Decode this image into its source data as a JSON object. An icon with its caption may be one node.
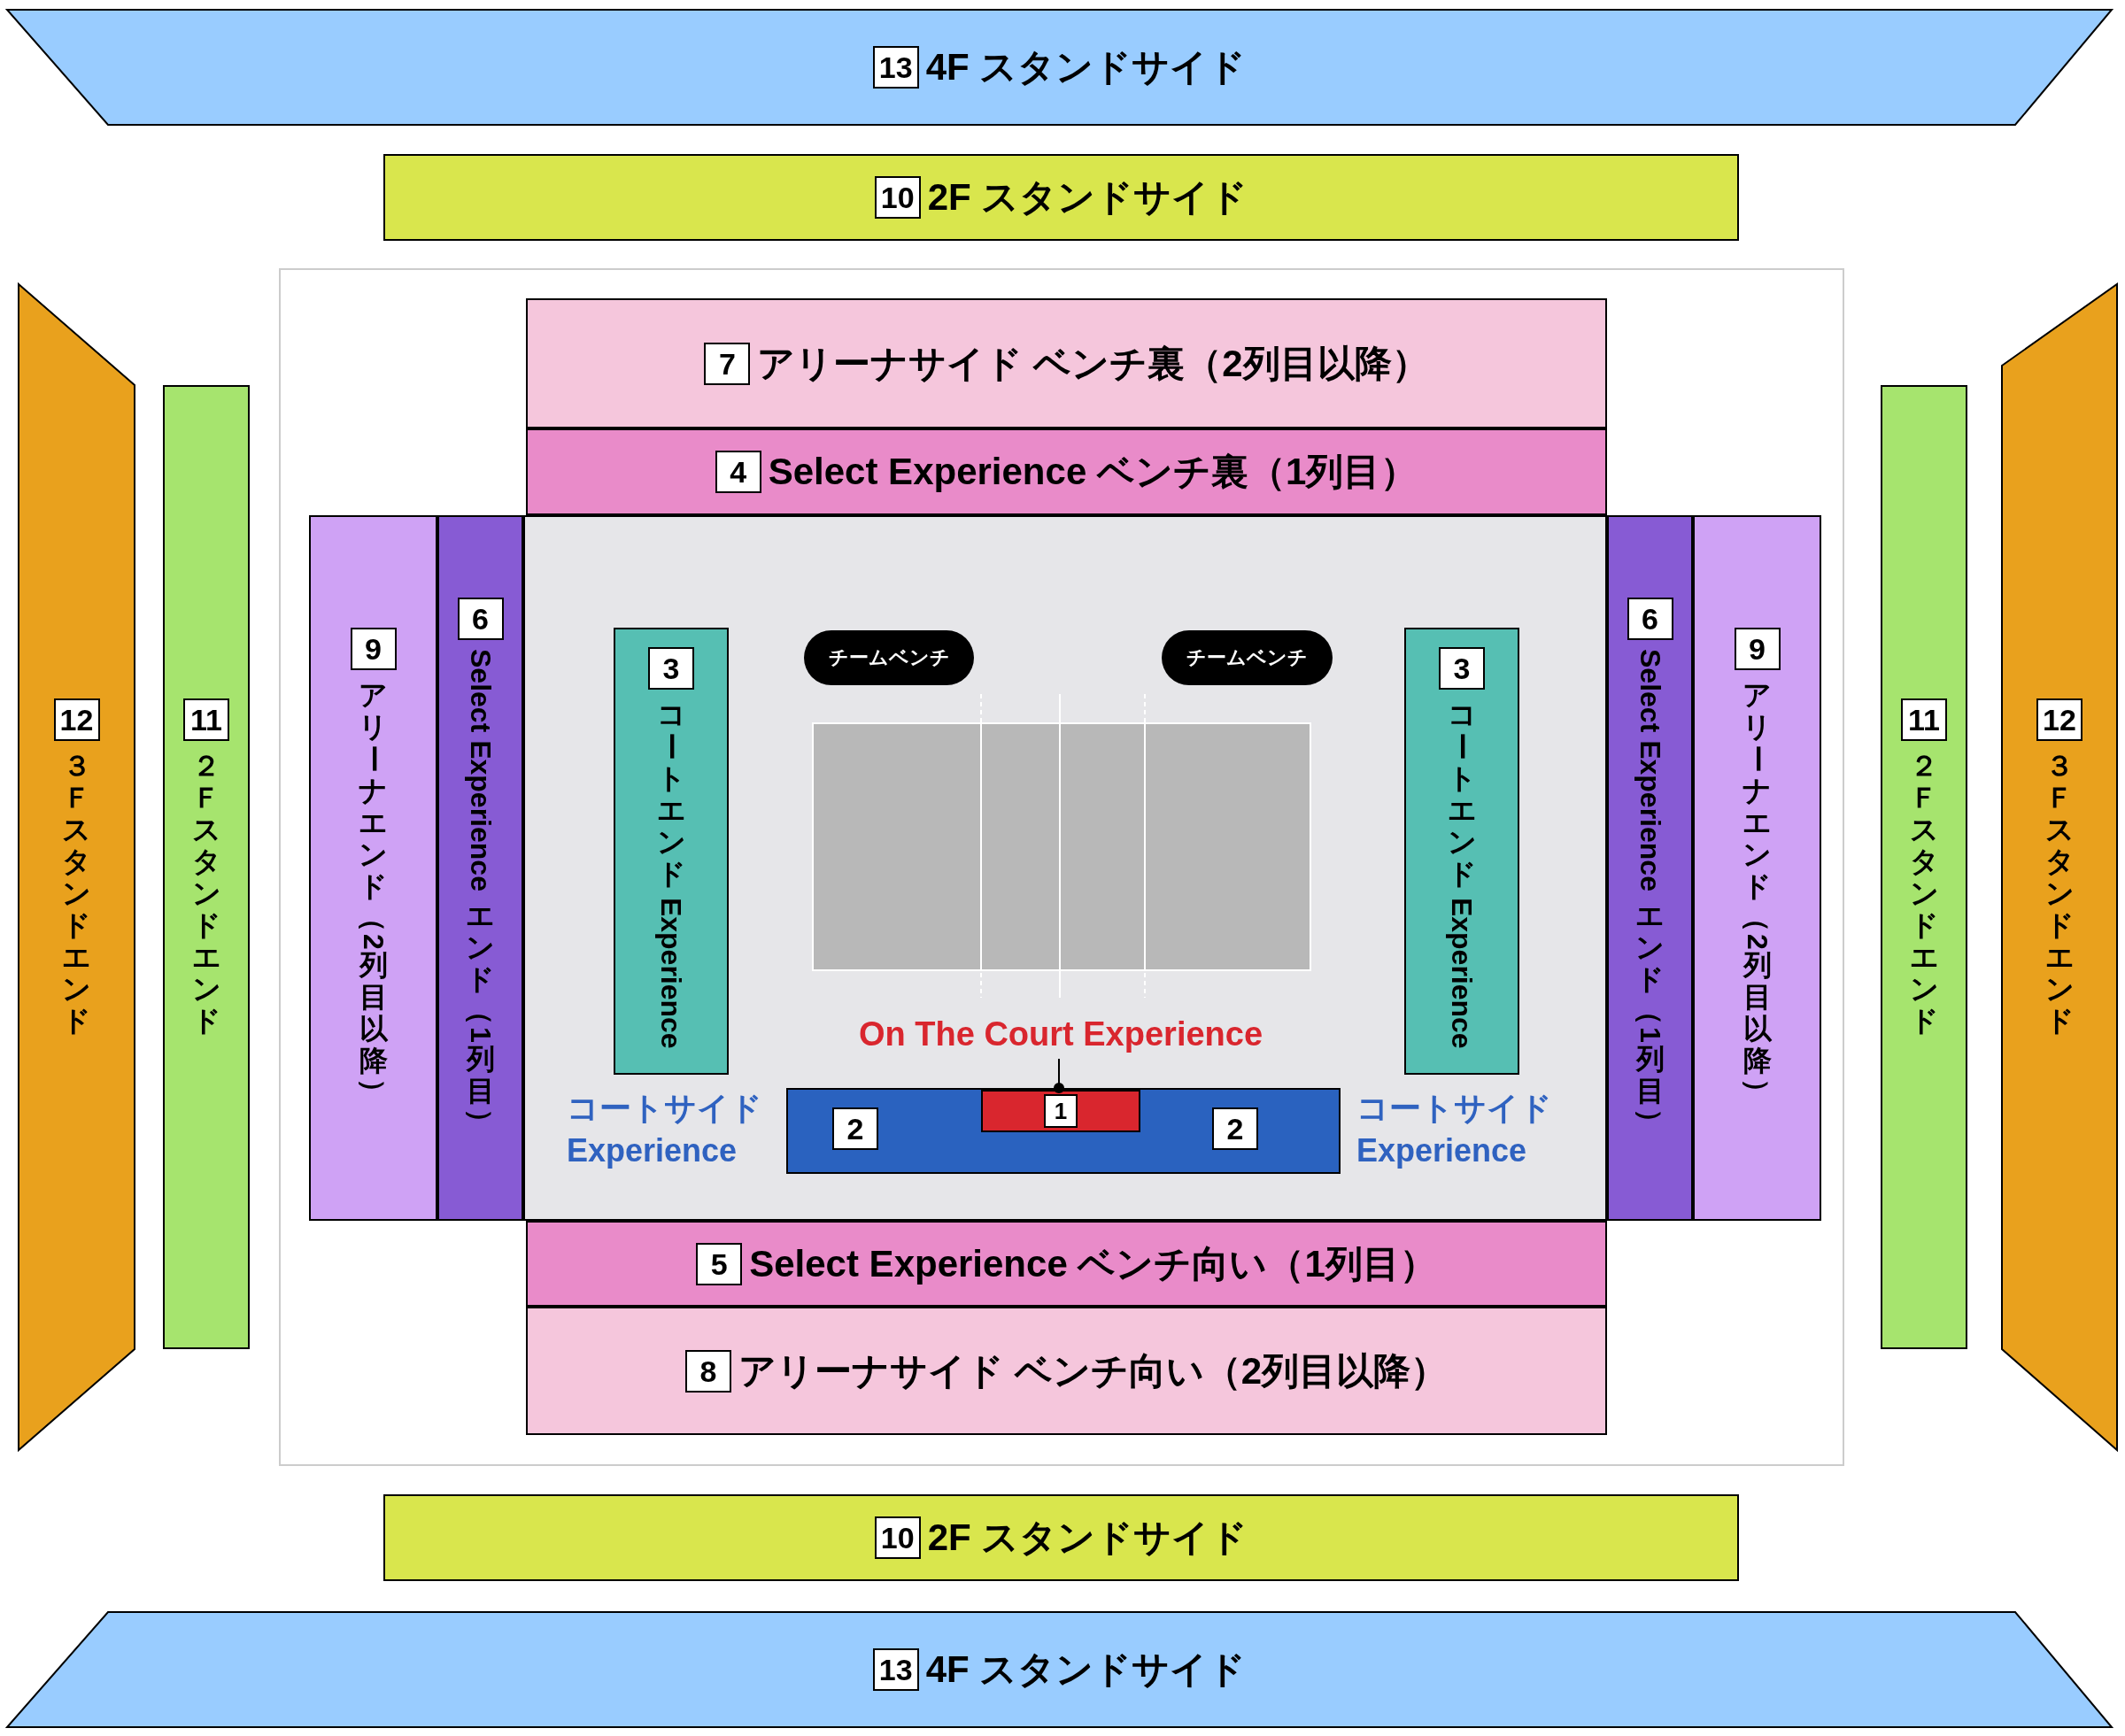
{
  "diagram": {
    "nodes": [
      {
        "text": [
          "13",
          "4F スタンドサイド"
        ]
      },
      {
        "text": [
          "10",
          "2F スタンドサイド"
        ]
      },
      {
        "text": [
          "12",
          "３Ｆスタンドエンド"
        ]
      },
      {
        "text": [
          "11",
          "２Ｆスタンドエンド"
        ]
      },
      {
        "text": [
          "7",
          "アリーナサイド ベンチ裏（2列目以降）"
        ]
      },
      {
        "text": [
          "4",
          "Select Experience ベンチ裏（1列目）"
        ]
      },
      {
        "text": [
          "9",
          "アリーナエンド（2列目以降）"
        ]
      },
      {
        "text": [
          "6",
          "Select Experience エンド（1列目）"
        ]
      },
      {
        "text": [
          "3",
          "コートエンド Experience"
        ]
      },
      {
        "text": [
          "チームベンチ"
        ]
      },
      {
        "text": [
          "チームベンチ"
        ]
      },
      {
        "text": [
          "3",
          "コートエンド Experience"
        ]
      },
      {
        "text": [
          "6",
          "Select Experience エンド（1列目）"
        ]
      },
      {
        "text": [
          "9",
          "アリーナエンド（2列目以降）"
        ]
      },
      {
        "text": [
          "11",
          "２Ｆスタンドエンド"
        ]
      },
      {
        "text": [
          "12",
          "３Ｆスタンドエンド"
        ]
      },
      {
        "text": [
          "On The Court Experience"
        ]
      },
      {
        "text": [
          "2",
          "2"
        ],
        "beside": [
          "コートサイド Experience",
          "コートサイド Experience"
        ]
      },
      {
        "text": [
          "1"
        ],
        "in": 17
      },
      {
        "text": [
          "5",
          "Select Experience ベンチ向い（1列目）"
        ]
      },
      {
        "text": [
          "8",
          "アリーナサイド ベンチ向い（2列目以降）"
        ]
      },
      {
        "text": [
          "10",
          "2F スタンドサイド"
        ]
      },
      {
        "text": [
          "13",
          "4F スタンドサイド"
        ]
      }
    ],
    "edges": [
      {
        "from": 16,
        "to": 18,
        "arrow": "other"
      }
    ]
  }
}
